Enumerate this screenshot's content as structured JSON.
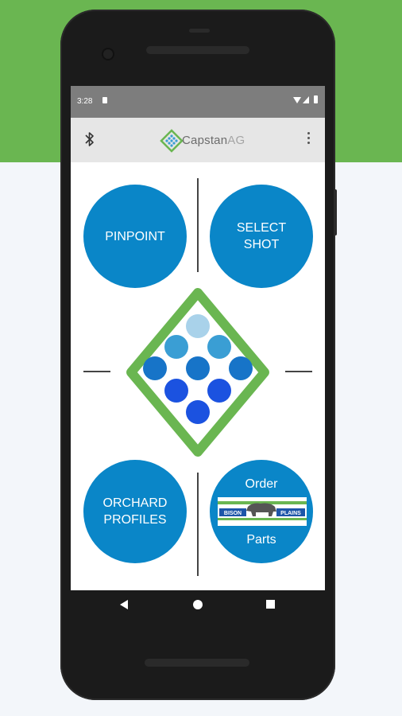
{
  "status_bar": {
    "time": "3:28"
  },
  "app_bar": {
    "title_main": "Capstan",
    "title_suffix": "AG"
  },
  "buttons": {
    "pinpoint": "PINPOINT",
    "select_shot_line1": "SELECT",
    "select_shot_line2": "SHOT",
    "orchard_line1": "ORCHARD",
    "orchard_line2": "PROFILES",
    "order": "Order",
    "parts": "Parts"
  },
  "bison_logo": {
    "text": "BISON PLAINS"
  },
  "colors": {
    "accent_blue": "#0a86c8",
    "brand_green": "#6ab651",
    "dot_light": "#a9d2ea",
    "dot_mid": "#3a9ed4",
    "dot_dark": "#1774c8",
    "dot_deep": "#1b52e0"
  },
  "icons": {
    "bluetooth": "bluetooth-icon",
    "menu": "overflow-menu-icon",
    "nav_back": "back-icon",
    "nav_home": "home-icon",
    "nav_recent": "recent-apps-icon"
  }
}
